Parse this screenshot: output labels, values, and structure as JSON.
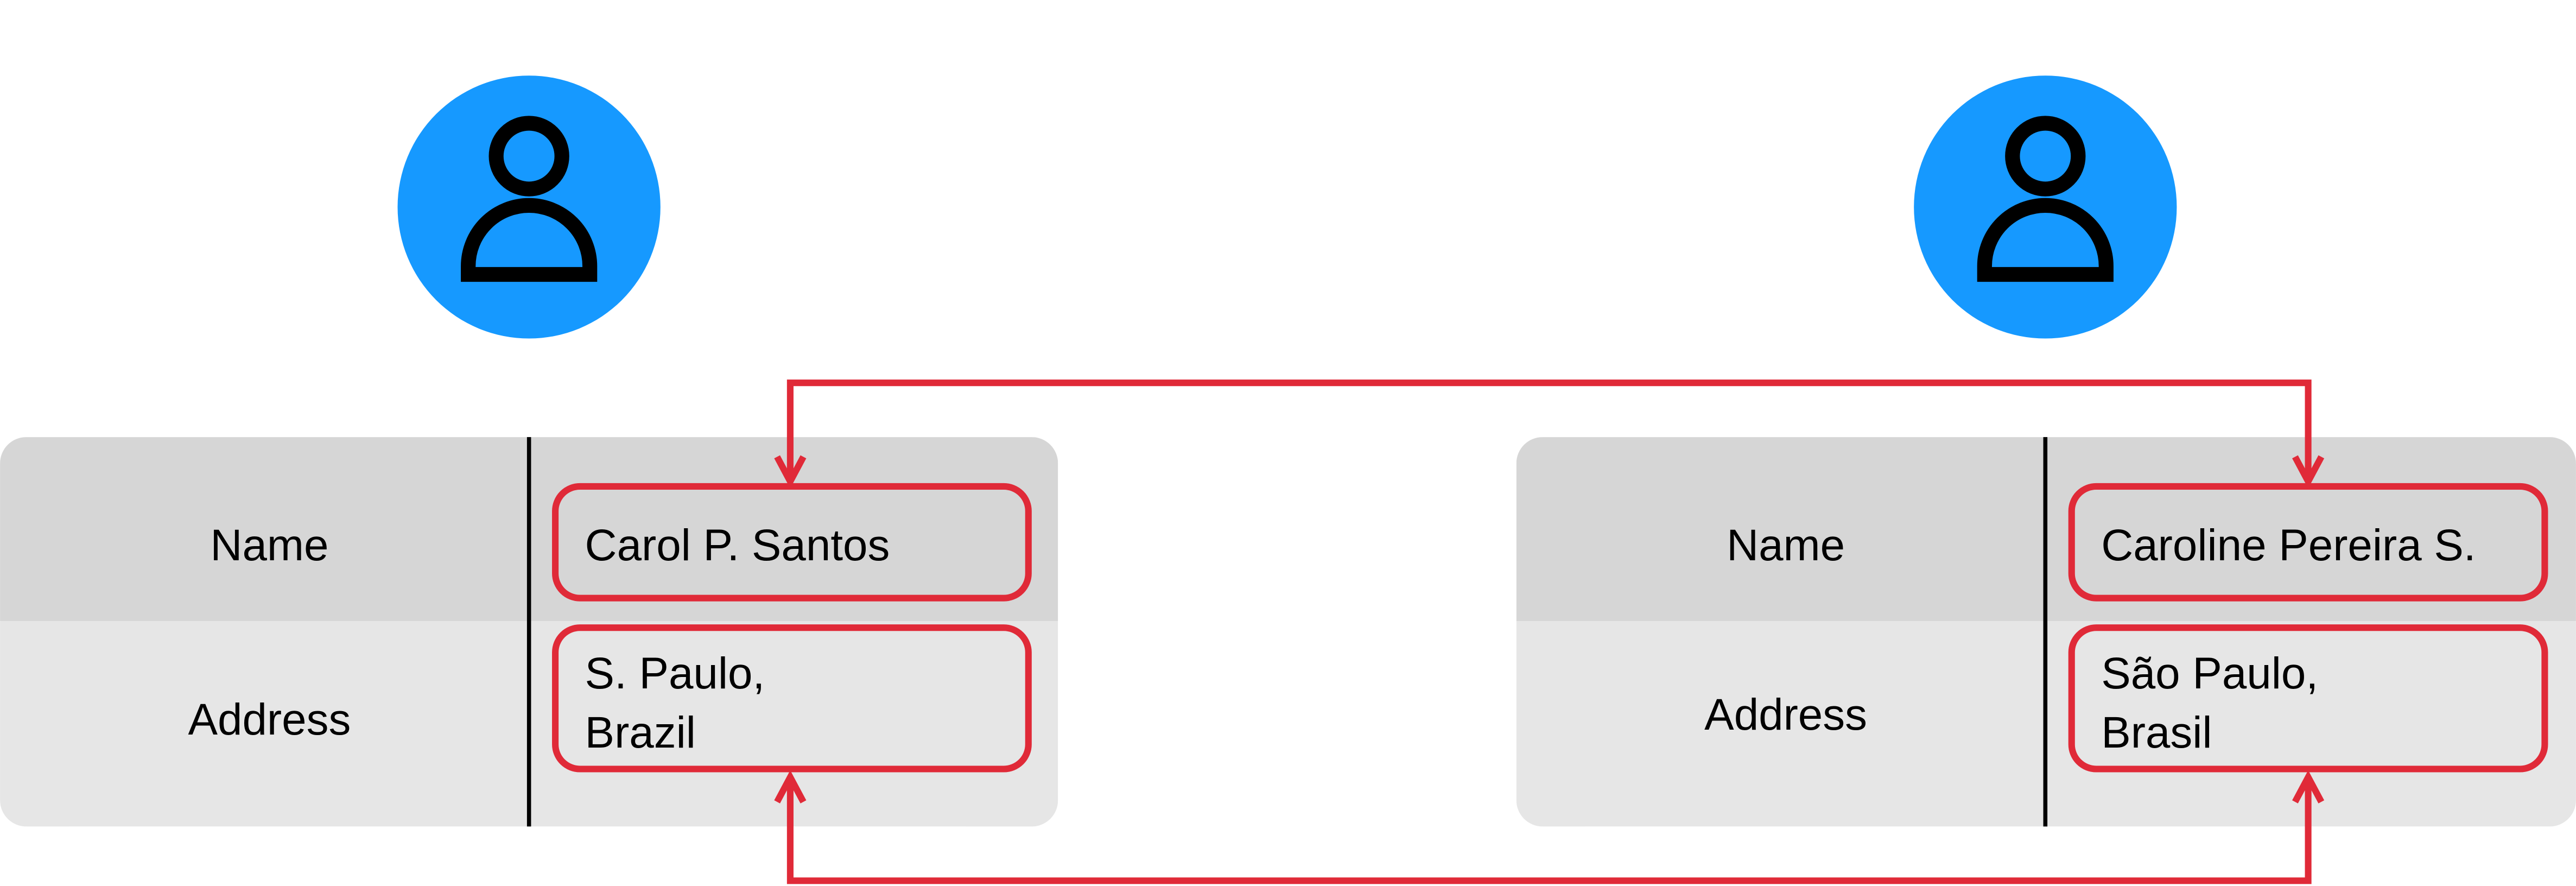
{
  "colors": {
    "avatar": "#1699ff",
    "link": "#e02a38",
    "row_top": "#d6d6d6",
    "row_bottom": "#e6e6e6"
  },
  "left_record": {
    "avatar_icon": "user-icon",
    "name_label": "Name",
    "address_label": "Address",
    "name_value": "Carol P. Santos",
    "address_lines": [
      "S. Paulo,",
      "Brazil"
    ]
  },
  "right_record": {
    "avatar_icon": "user-icon",
    "name_label": "Name",
    "address_label": "Address",
    "name_value": "Caroline Pereira S.",
    "address_lines": [
      "São Paulo,",
      "Brasil"
    ]
  }
}
